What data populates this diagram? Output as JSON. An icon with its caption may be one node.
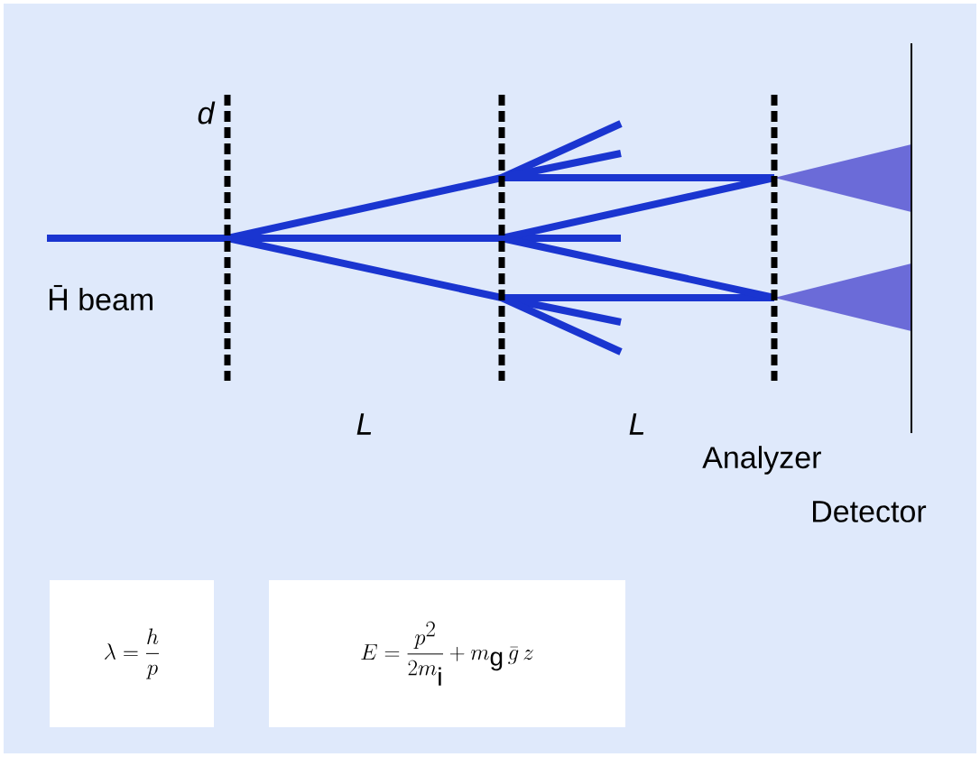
{
  "diagram": {
    "nodes": [
      {
        "text": [
          "\\lambda = \\frac{h}{p}"
        ]
      },
      {
        "text": [
          "E = \\frac{p^{2}}{2m_{\\mathrm{i}}} + m_{\\mathrm{g}}\\,\\bar{g}\\,z"
        ]
      }
    ],
    "labels": [
      "d",
      "H̄ beam",
      "L",
      "L",
      "Analyzer",
      "Detector"
    ]
  }
}
